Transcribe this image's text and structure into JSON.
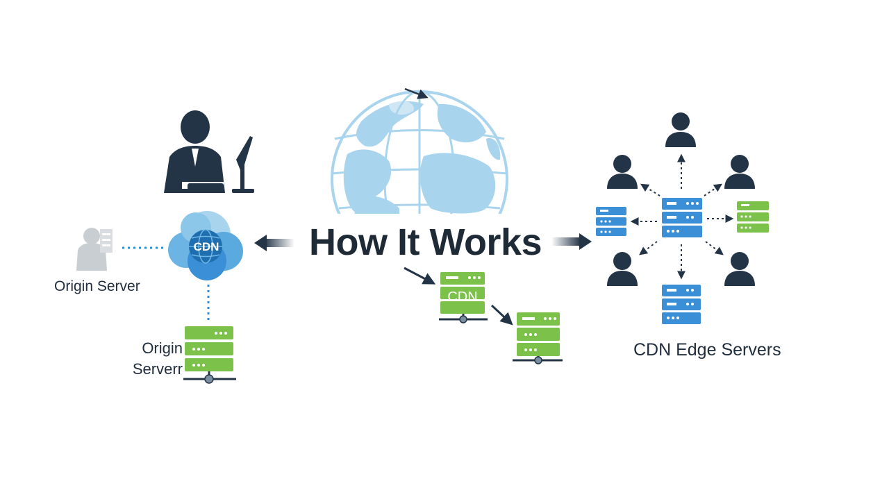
{
  "title": "How It Works",
  "labels": {
    "origin_server_top": "Origin Server",
    "origin_server_bottom_line1": "Origin",
    "origin_server_bottom_line2": "Serverr",
    "cdn_edge_servers": "CDN Edge Servers"
  },
  "badges": {
    "cloud_cdn": "CDN",
    "green_server_cdn": "CDN"
  },
  "colors": {
    "dark": "#243447",
    "blue": "#3b8fd6",
    "light_blue": "#a9d4ee",
    "green": "#7cc24a",
    "gray": "#c9ced3",
    "dotted_blue": "#2f8ccf"
  }
}
